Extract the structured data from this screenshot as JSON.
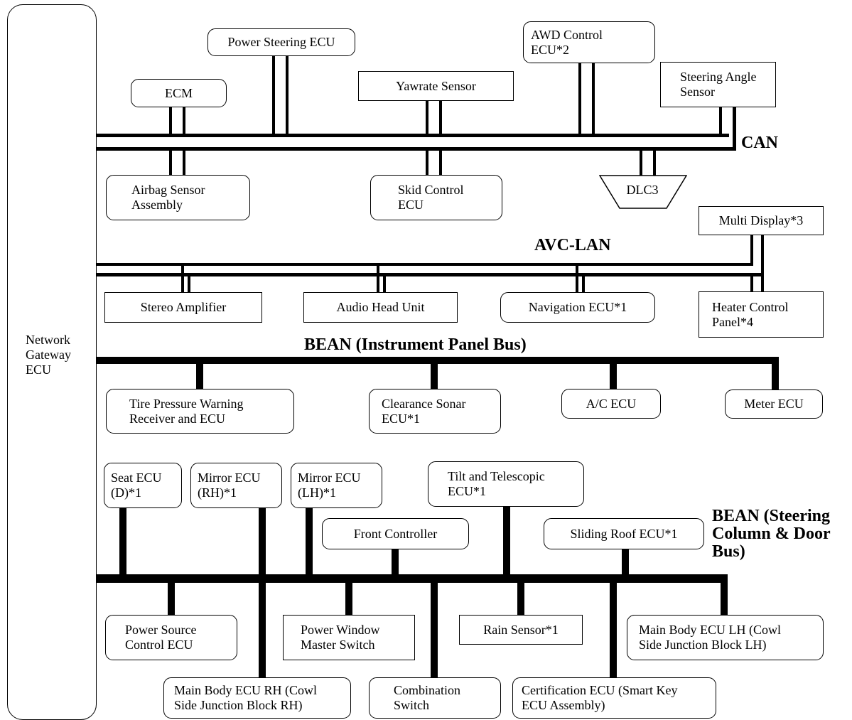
{
  "gateway": {
    "label": "Network\nGateway\nECU"
  },
  "buses": {
    "can": "CAN",
    "avc_lan": "AVC-LAN",
    "bean_ip": "BEAN (Instrument Panel Bus)",
    "bean_sc": "BEAN (Steering\nColumn & Door\nBus)"
  },
  "can_nodes": {
    "power_steering": "Power Steering ECU",
    "awd": "AWD Control\nECU*2",
    "ecm": "ECM",
    "yawrate": "Yawrate Sensor",
    "steering_angle": "Steering Angle\nSensor",
    "airbag": "Airbag Sensor\nAssembly",
    "skid": "Skid Control\nECU",
    "dlc3": "DLC3"
  },
  "avc_nodes": {
    "multi_display": "Multi Display*3",
    "stereo_amp": "Stereo Amplifier",
    "audio_head": "Audio Head Unit",
    "navigation": "Navigation ECU*1",
    "heater_control": "Heater Control\nPanel*4"
  },
  "ip_nodes": {
    "tire_pressure": "Tire Pressure Warning\nReceiver and ECU",
    "clearance_sonar": "Clearance Sonar\nECU*1",
    "ac": "A/C ECU",
    "meter": "Meter ECU"
  },
  "sc_nodes": {
    "seat": "Seat ECU\n(D)*1",
    "mirror_rh": "Mirror ECU\n(RH)*1",
    "mirror_lh": "Mirror ECU\n(LH)*1",
    "tilt": "Tilt and Telescopic\nECU*1",
    "front_controller": "Front Controller",
    "sliding_roof": "Sliding Roof ECU*1",
    "power_source": "Power Source\nControl ECU",
    "power_window": "Power Window\nMaster Switch",
    "rain_sensor": "Rain Sensor*1",
    "main_body_lh": "Main Body ECU LH (Cowl\nSide Junction Block LH)",
    "main_body_rh": "Main Body ECU RH (Cowl\nSide Junction Block RH)",
    "combination": "Combination\nSwitch",
    "certification": "Certification ECU (Smart Key\nECU Assembly)"
  }
}
